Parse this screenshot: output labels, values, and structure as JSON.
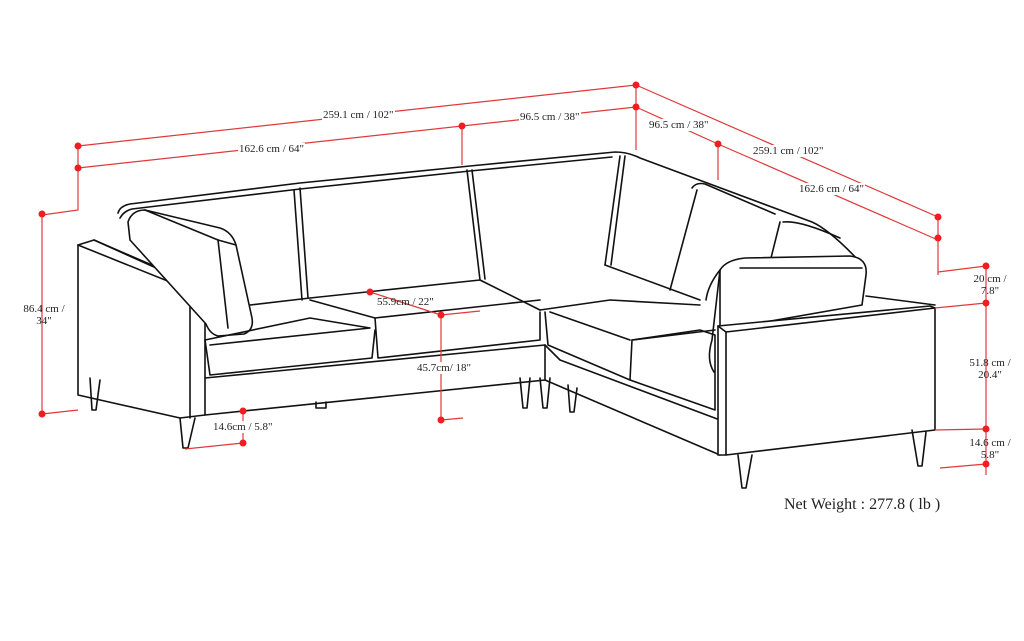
{
  "diagram": {
    "subject": "L-shaped sectional sofa with dimension annotations",
    "colors": {
      "line": "#111111",
      "dimension": "#e0393b",
      "marker": "#f01e23",
      "text": "#222222",
      "background": "#ffffff"
    },
    "dimensions": {
      "overall_width_left": "259.1 cm / 102\"",
      "section_width_left": "162.6 cm / 64\"",
      "corner_width_top": "96.5 cm / 38\"",
      "corner_width_side": "96.5 cm / 38\"",
      "overall_width_right": "259.1 cm / 102\"",
      "section_width_right": "162.6 cm / 64\"",
      "total_height_line1": "86.4 cm /",
      "total_height_line2": "34\"",
      "back_above_arm_line1": "20 cm /",
      "back_above_arm_line2": "7.8\"",
      "arm_height_line1": "51.8 cm /",
      "arm_height_line2": "20.4\"",
      "leg_height_right_line1": "14.6 cm /",
      "leg_height_right_line2": "5.8\"",
      "leg_height_left": "14.6cm / 5.8\"",
      "seat_depth": "55.9cm / 22\"",
      "seat_height": "45.7cm/ 18\""
    },
    "net_weight": "Net Weight : 277.8 ( lb )"
  }
}
